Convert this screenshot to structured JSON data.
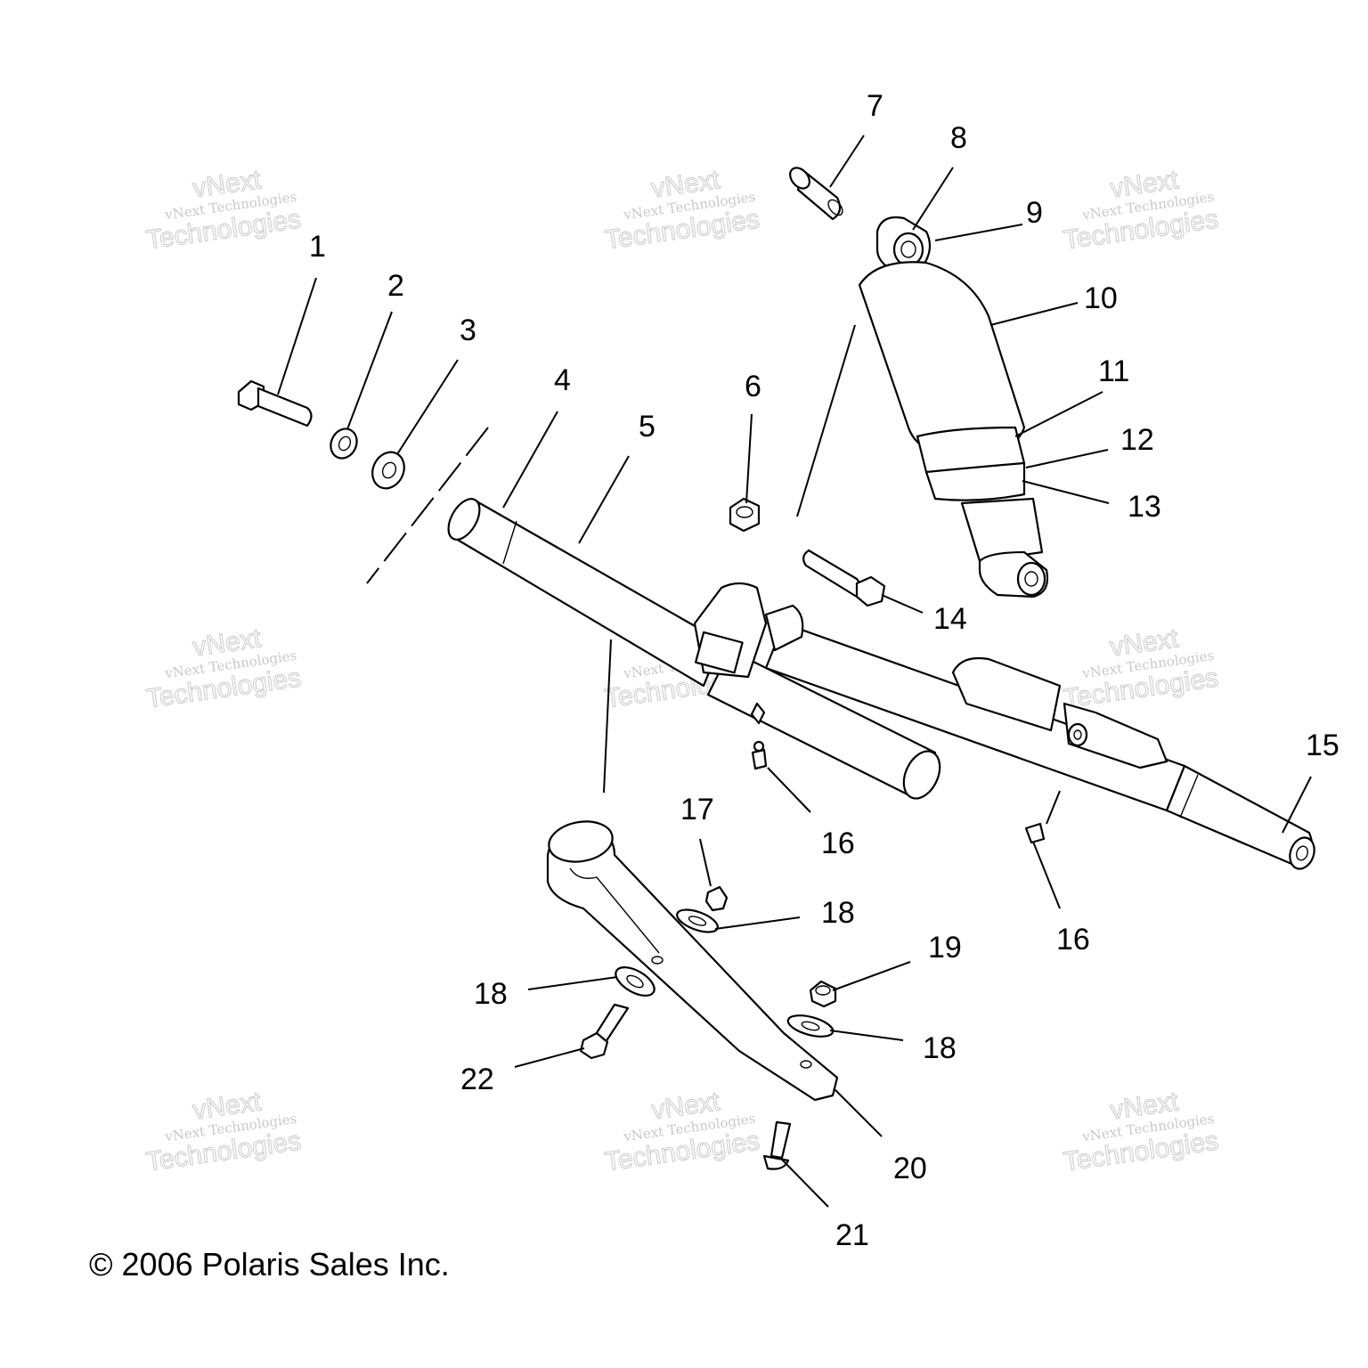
{
  "diagram": {
    "copyright": "© 2006 Polaris Sales Inc.",
    "watermark": {
      "line1": "vNext Technologies",
      "line2": "vNext",
      "line3": "Technologies"
    },
    "callouts": [
      "1",
      "2",
      "3",
      "4",
      "5",
      "6",
      "7",
      "8",
      "9",
      "10",
      "11",
      "12",
      "13",
      "14",
      "15",
      "16",
      "16",
      "17",
      "18",
      "18",
      "18",
      "19",
      "20",
      "21",
      "22"
    ]
  }
}
